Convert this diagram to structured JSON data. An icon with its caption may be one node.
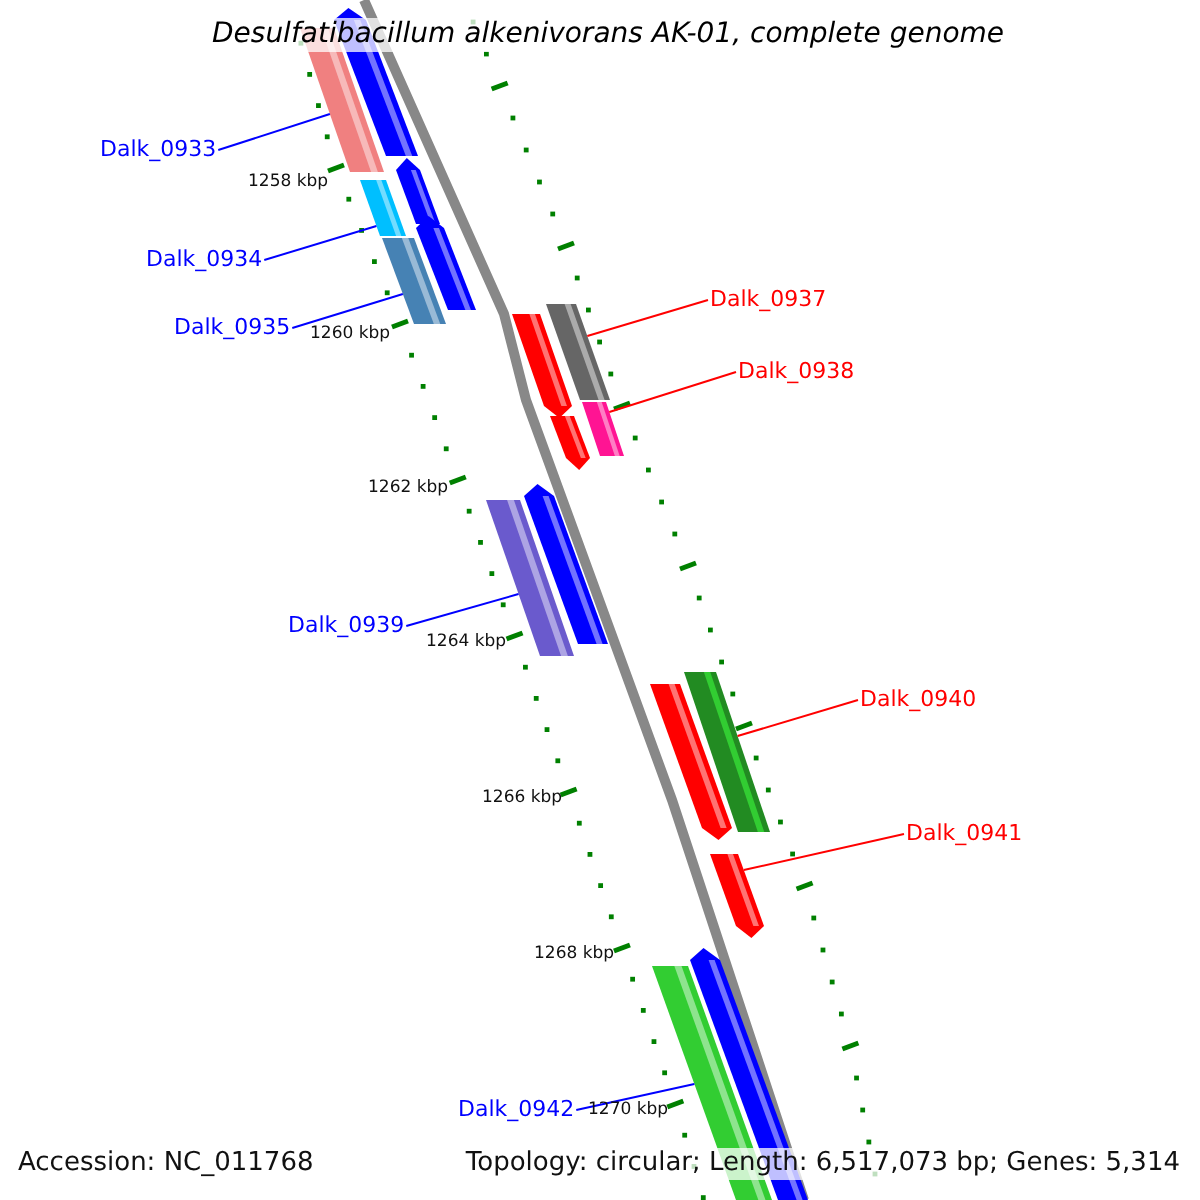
{
  "diagram": {
    "title": "Desulfatibacillum alkenivorans AK-01, complete genome",
    "nodes": [
      {
        "text": [
          "Dalk_0933"
        ]
      },
      {
        "text": [],
        "shape": "bar"
      },
      {
        "text": [
          "Dalk_0934"
        ]
      },
      {
        "text": [],
        "shape": "bar"
      },
      {
        "text": [
          "Dalk_0935"
        ]
      },
      {
        "text": [],
        "shape": "bar"
      },
      {
        "text": [
          "Dalk_0937"
        ]
      },
      {
        "text": [],
        "shape": "bar"
      },
      {
        "text": [
          "Dalk_0938"
        ]
      },
      {
        "text": [],
        "shape": "bar"
      },
      {
        "text": [
          "Dalk_0939"
        ]
      },
      {
        "text": [],
        "shape": "bar"
      },
      {
        "text": [
          "Dalk_0940"
        ]
      },
      {
        "text": [],
        "shape": "bar"
      },
      {
        "text": [
          "Dalk_0941"
        ]
      },
      {
        "text": [],
        "shape": "bar"
      },
      {
        "text": [
          "Dalk_0942"
        ]
      },
      {
        "text": [],
        "shape": "bar"
      }
    ],
    "edges": [
      {
        "from": 0,
        "to": 1,
        "arrow": "none"
      },
      {
        "from": 2,
        "to": 3,
        "arrow": "none"
      },
      {
        "from": 4,
        "to": 5,
        "arrow": "none"
      },
      {
        "from": 6,
        "to": 7,
        "arrow": "none",
        "color": "#ff0000"
      },
      {
        "from": 8,
        "to": 9,
        "arrow": "none",
        "color": "#ff0000"
      },
      {
        "from": 10,
        "to": 11,
        "arrow": "none"
      },
      {
        "from": 12,
        "to": 13,
        "arrow": "none",
        "color": "#ff0000"
      },
      {
        "from": 14,
        "to": 15,
        "arrow": "none",
        "color": "#ff0000"
      },
      {
        "from": 16,
        "to": 17,
        "arrow": "none"
      }
    ],
    "labels": [
      "1258 kbp",
      "1260 kbp",
      "1262 kbp",
      "1264 kbp",
      "1266 kbp",
      "1268 kbp",
      "1270 kbp",
      "Accession: NC_011768",
      "Topology: circular; Length: 6,517,073 bp; Genes: 5,314"
    ]
  }
}
